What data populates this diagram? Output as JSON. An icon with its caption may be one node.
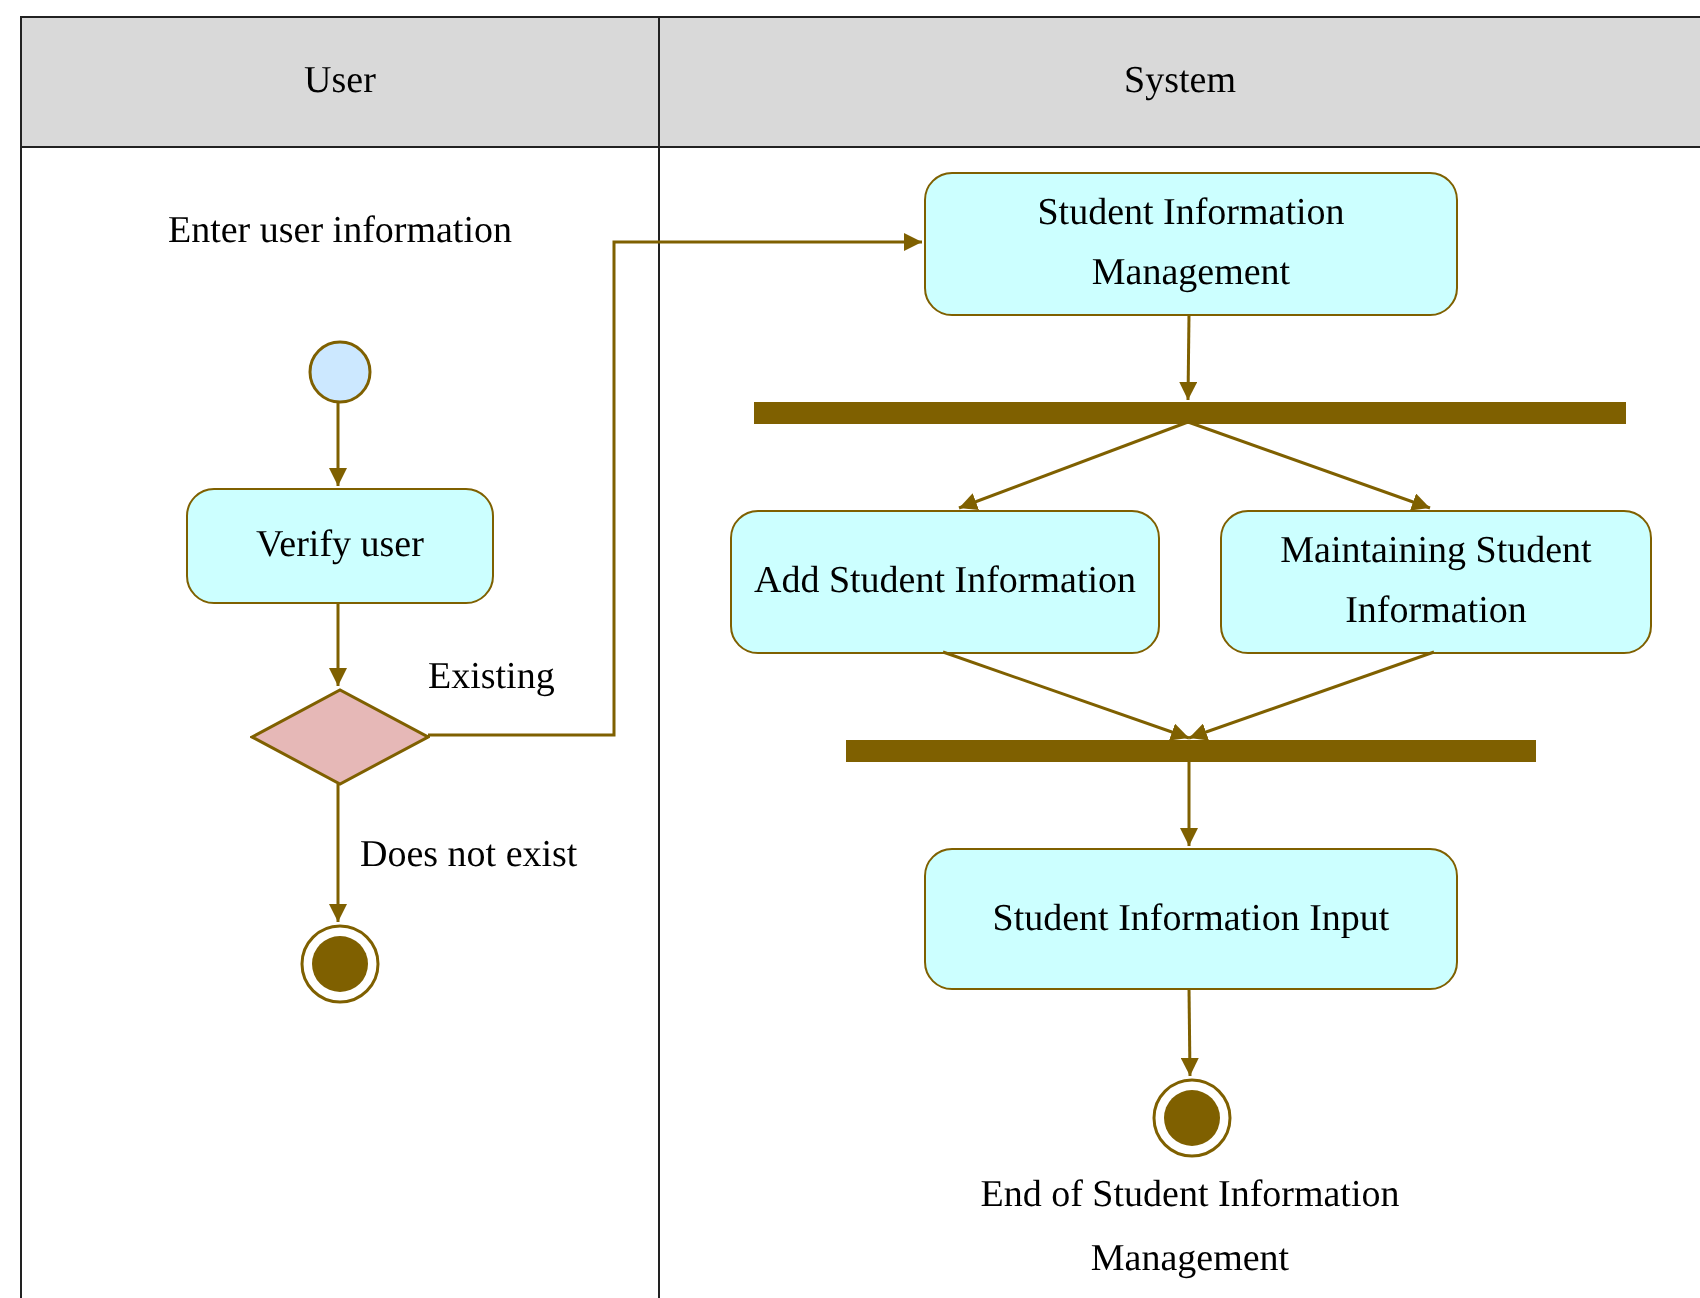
{
  "diagram": {
    "nodes": [
      {
        "text": [
          "User"
        ]
      },
      {
        "text": [
          "System"
        ]
      },
      {
        "text": [],
        "shape": "circle",
        "in": 0
      },
      {
        "text": [
          "Verify user"
        ],
        "in": 0
      },
      {
        "text": [],
        "shape": "diamond",
        "in": 0
      },
      {
        "text": [],
        "shape": "target",
        "in": 0
      },
      {
        "text": [
          "Student Information Management"
        ],
        "in": 1
      },
      {
        "text": [],
        "shape": "bar",
        "in": 1
      },
      {
        "text": [
          "Add Student Information"
        ],
        "in": 1
      },
      {
        "text": [
          "Maintaining Student Information"
        ],
        "in": 1
      },
      {
        "text": [],
        "shape": "bar",
        "in": 1
      },
      {
        "text": [
          "Student Information Input"
        ],
        "in": 1
      },
      {
        "text": [],
        "shape": "target",
        "in": 1,
        "beside": [
          "End of Student Information Management"
        ]
      }
    ],
    "edges": [
      {
        "from": 2,
        "to": 3,
        "arrow": "to"
      },
      {
        "from": 3,
        "to": 4,
        "arrow": "to"
      },
      {
        "from": 4,
        "to": 6,
        "arrow": "to",
        "label": "Existing"
      },
      {
        "from": 4,
        "to": 5,
        "arrow": "to",
        "label": "Does not exist"
      },
      {
        "from": 6,
        "to": 7,
        "arrow": "to"
      },
      {
        "from": 7,
        "to": 8,
        "arrow": "to"
      },
      {
        "from": 7,
        "to": 9,
        "arrow": "to"
      },
      {
        "from": 8,
        "to": 10,
        "arrow": "to"
      },
      {
        "from": 9,
        "to": 10,
        "arrow": "to"
      },
      {
        "from": 10,
        "to": 11,
        "arrow": "to"
      },
      {
        "from": 11,
        "to": 12,
        "arrow": "to"
      }
    ],
    "labels": [
      "Enter user information"
    ]
  }
}
